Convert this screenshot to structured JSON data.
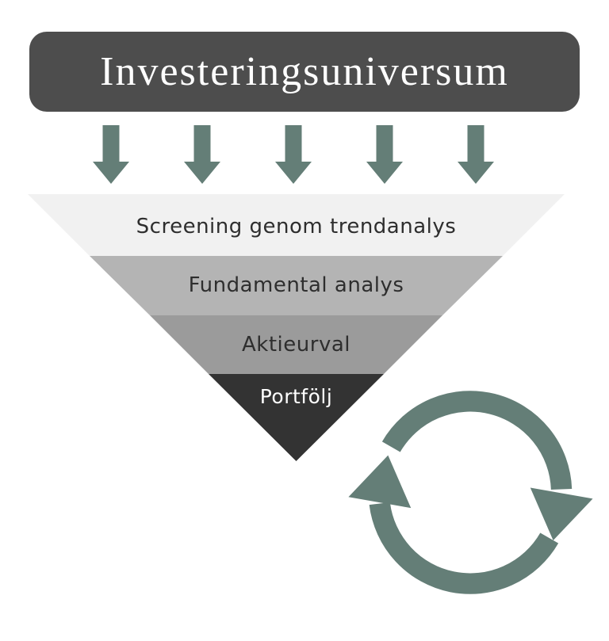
{
  "banner": {
    "title": "Investeringsuniversum"
  },
  "funnel": {
    "layers": [
      {
        "label": "Screening genom trendanalys",
        "color": "#f1f1f1",
        "text_color": "#2e2e2e"
      },
      {
        "label": "Fundamental analys",
        "color": "#b4b4b4",
        "text_color": "#2e2e2e"
      },
      {
        "label": "Aktieurval",
        "color": "#9b9b9b",
        "text_color": "#2e2e2e"
      },
      {
        "label": "Portfölj",
        "color": "#333333",
        "text_color": "#ffffff"
      }
    ]
  },
  "icons": {
    "down_arrow_count": 5
  },
  "colors": {
    "background": "#ffffff",
    "banner_bg": "#4d4d4d",
    "banner_text": "#ffffff",
    "accent": "#647e77"
  }
}
